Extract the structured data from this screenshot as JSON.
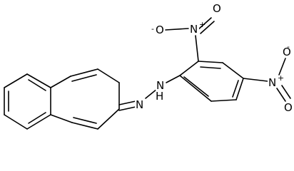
{
  "atoms": {
    "imine_n": "N",
    "amine_nh": "N",
    "amine_h": "H",
    "nitro_top_n": "N",
    "nitro_top_charge": "+",
    "nitro_top_o_up": "O",
    "nitro_top_o_up_charge": "-",
    "nitro_top_o_right": "O",
    "nitro_para_n": "N",
    "nitro_para_charge": "+",
    "nitro_para_o_up": "O",
    "nitro_para_o_up_charge": "-",
    "nitro_para_o_down": "O"
  },
  "colors": {
    "ink": "#000000",
    "background": "#ffffff"
  }
}
